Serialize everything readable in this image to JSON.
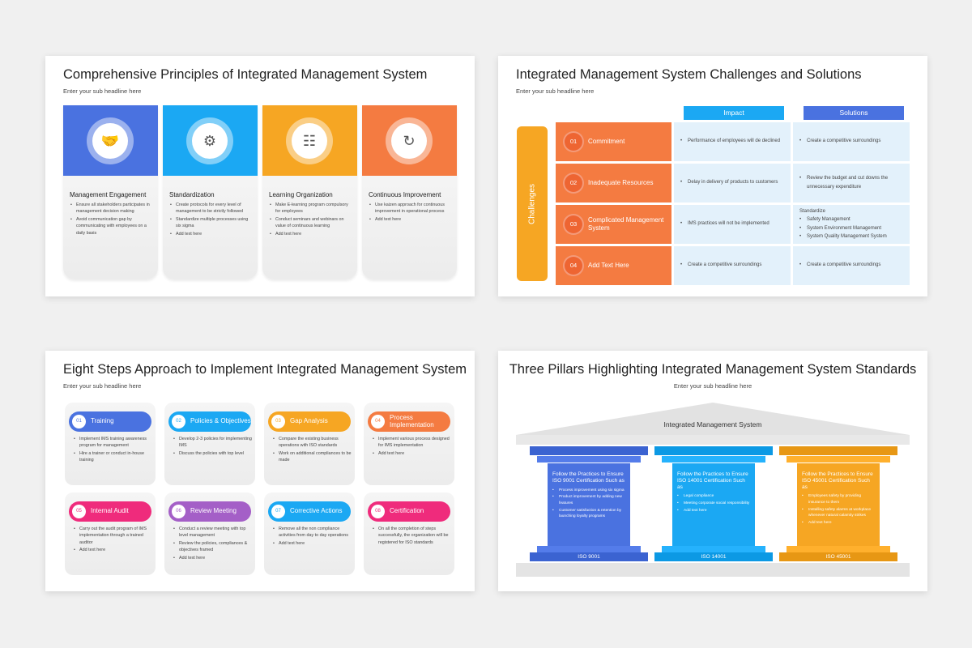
{
  "colors": {
    "blue": "#4a72e0",
    "cyan": "#1ba8f3",
    "amber": "#f6a623",
    "orange": "#f47b41",
    "purple": "#a45fc7",
    "pink": "#ef2b7c"
  },
  "slide1": {
    "title": "Comprehensive Principles of Integrated Management System",
    "subtitle": "Enter your sub headline here",
    "cards": [
      {
        "icon": "handshake-icon",
        "glyph": "🤝",
        "color": "#4a72e0",
        "title": "Management Engagement",
        "bullets": [
          "Ensure all stakeholders participates in management decision making",
          "Avoid communication gap by communicating with employees on a daily basis"
        ]
      },
      {
        "icon": "hands-gear-icon",
        "glyph": "⚙",
        "color": "#1ba8f3",
        "title": "Standardization",
        "bullets": [
          "Create protocols for every level of management to be strictly followed",
          "Standardize multiple processes using six sigma",
          "Add text here"
        ]
      },
      {
        "icon": "organization-chart-icon",
        "glyph": "☷",
        "color": "#f6a623",
        "title": "Learning Organization",
        "bullets": [
          "Make E-learning program compulsory for employees",
          "Conduct seminars and webinars on value of continuous learning",
          "Add text here"
        ]
      },
      {
        "icon": "improvement-cycle-icon",
        "glyph": "↻",
        "color": "#f47b41",
        "title": "Continuous Improvement",
        "bullets": [
          "Use kaizen approach for continuous improvement in operational process",
          "Add text here"
        ]
      }
    ]
  },
  "slide2": {
    "title": "Integrated Management System Challenges and Solutions",
    "subtitle": "Enter your sub headline here",
    "impact_label": "Impact",
    "solutions_label": "Solutions",
    "challenges_label": "Challenges",
    "rows": [
      {
        "num": "01",
        "label": "Commitment",
        "impact": [
          "Performance of employees will de declined"
        ],
        "solution": [
          "Create a competitive surroundings"
        ]
      },
      {
        "num": "02",
        "label": "Inadequate Resources",
        "impact": [
          "Delay in delivery of products to customers"
        ],
        "solution": [
          "Review the budget and cut downs the unnecessary expenditure"
        ]
      },
      {
        "num": "03",
        "label": "Complicated Management System",
        "impact": [
          "IMS practices will not be implemented"
        ],
        "solution_head": "Standardize",
        "solution": [
          "Safety Management",
          "System Environment Management",
          "System Quality Management System"
        ]
      },
      {
        "num": "04",
        "label": "Add Text Here",
        "impact": [
          "Create a competitive surroundings"
        ],
        "solution": [
          "Create a competitive surroundings"
        ]
      }
    ]
  },
  "slide3": {
    "title": "Eight Steps Approach to Implement Integrated Management System",
    "subtitle": "Enter your sub headline here",
    "steps": [
      {
        "num": "01",
        "label": "Training",
        "color": "#4a72e0",
        "bullets": [
          "Implement IMS training awareness program for management",
          "Hire a trainer or conduct in-house training"
        ]
      },
      {
        "num": "02",
        "label": "Policies & Objectives",
        "color": "#1ba8f3",
        "bullets": [
          "Develop 2-3 policies for implementing IMS",
          "Discuss the policies with top level"
        ]
      },
      {
        "num": "03",
        "label": "Gap Analysis",
        "color": "#f6a623",
        "bullets": [
          "Compare the existing business operations with ISO standards",
          "Work on additional compliances to be made"
        ]
      },
      {
        "num": "04",
        "label": "Process Implementation",
        "color": "#f47b41",
        "bullets": [
          "Implement various process designed for IMS implementation",
          "Add text here"
        ]
      },
      {
        "num": "05",
        "label": "Internal Audit",
        "color": "#ef2b7c",
        "bullets": [
          "Carry out the audit program of IMS implementation through a trained auditor",
          "Add text here"
        ]
      },
      {
        "num": "06",
        "label": "Review Meeting",
        "color": "#a45fc7",
        "bullets": [
          "Conduct a review meeting with top level management",
          "Review the policies, compliances & objectives framed",
          "Add text here"
        ]
      },
      {
        "num": "07",
        "label": "Corrective Actions",
        "color": "#1ba8f3",
        "bullets": [
          "Remove all the non compliance activities from day to day operations",
          "Add text here"
        ]
      },
      {
        "num": "08",
        "label": "Certification",
        "color": "#ef2b7c",
        "bullets": [
          "On all the completion of steps successfully, the organization will be registered for ISO standards"
        ]
      }
    ]
  },
  "slide4": {
    "title": "Three Pillars Highlighting Integrated Management System Standards",
    "subtitle": "Enter your sub headline here",
    "roof_label": "Integrated Management System",
    "pillars": [
      {
        "heading": "Follow the Practices to Ensure ISO 9001 Certification Such as",
        "color": "#4a72e0",
        "base": "ISO 9001",
        "bullets": [
          "Process improvement using six sigma",
          "Product improvement by adding new features",
          "Customer satisfaction & retention by launching loyalty programs"
        ]
      },
      {
        "heading": "Follow the Practices to Ensure ISO 14001 Certification Such as",
        "color": "#1ba8f3",
        "base": "ISO 14001",
        "bullets": [
          "Legal compliance",
          "Meeting corporate social responsibility",
          "Add text here"
        ]
      },
      {
        "heading": "Follow the Practices to Ensure ISO 45001 Certification Such as",
        "color": "#f6a623",
        "base": "ISO 45001",
        "bullets": [
          "Employees safety by providing insurance to them",
          "Installing safety alarms at workplace whenever natural calamity strikes",
          "Add text here"
        ]
      }
    ]
  }
}
